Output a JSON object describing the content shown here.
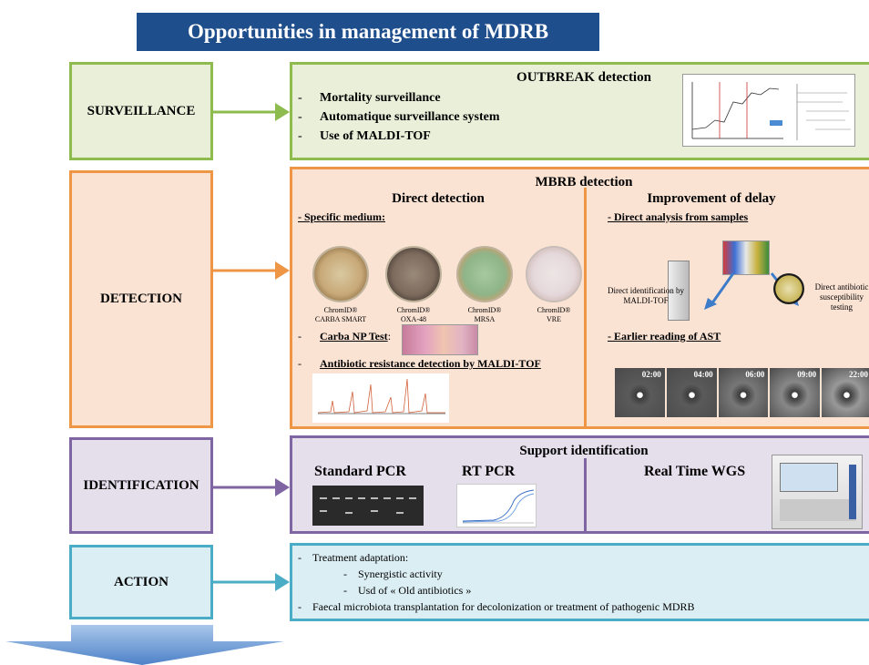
{
  "title": "Opportunities in management of MDRB",
  "colors": {
    "title_bg": "#1f4e8c",
    "green": "#8dbb4e",
    "orange": "#ee9646",
    "purple": "#8065a3",
    "blue": "#4bacc6"
  },
  "surveillance": {
    "label": "SURVEILLANCE",
    "heading": "OUTBREAK detection",
    "items": [
      "Mortality surveillance",
      "Automatique surveillance system",
      "Use of MALDI-TOF"
    ]
  },
  "detection": {
    "label": "DETECTION",
    "heading": "MBRB detection",
    "direct": {
      "heading": "Direct detection",
      "specific_medium": "- Specific medium:",
      "dishes": [
        {
          "line1": "ChromID®",
          "line2": "CARBA SMART"
        },
        {
          "line1": "ChromID®",
          "line2": "OXA-48"
        },
        {
          "line1": "ChromID®",
          "line2": "MRSA"
        },
        {
          "line1": "ChromID®",
          "line2": "VRE"
        }
      ],
      "carba_np": "Carba NP Test",
      "carba_colon": ":",
      "maldi": "Antibiotic resistance detection by MALDI-TOF",
      "dash": "-"
    },
    "delay": {
      "heading": "Improvement of delay",
      "direct_analysis": "- Direct analysis from samples",
      "direct_id": "Direct identification by MALDI-TOF",
      "direct_ast": "Direct antibiotic susceptibility testing",
      "earlier": "- Earlier reading of AST",
      "timepoints": [
        "02:00",
        "04:00",
        "06:00",
        "09:00",
        "22:00"
      ]
    }
  },
  "identification": {
    "label": "IDENTIFICATION",
    "heading": "Support identification",
    "standard_pcr": "Standard PCR",
    "rt_pcr": "RT PCR",
    "wgs": "Real Time WGS"
  },
  "action": {
    "label": "ACTION",
    "line1": "Treatment adaptation:",
    "sub1": "Synergistic activity",
    "sub2": "Usd of « Old antibiotics »",
    "line2": "Faecal microbiota transplantation for decolonization or treatment of pathogenic MDRB",
    "dash": "-"
  }
}
